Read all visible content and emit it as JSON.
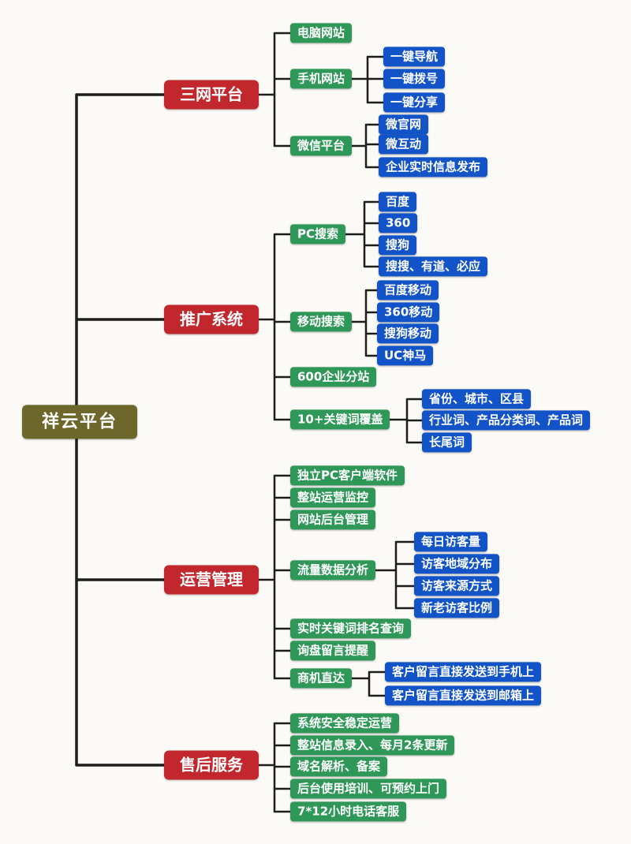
{
  "root": {
    "label": "祥云平台"
  },
  "branches": [
    {
      "label": "三网平台",
      "children": [
        {
          "label": "电脑网站"
        },
        {
          "label": "手机网站",
          "children": [
            {
              "label": "一键导航"
            },
            {
              "label": "一键拨号"
            },
            {
              "label": "一键分享"
            }
          ]
        },
        {
          "label": "微信平台",
          "children": [
            {
              "label": "微官网"
            },
            {
              "label": "微互动"
            },
            {
              "label": "企业实时信息发布"
            }
          ]
        }
      ]
    },
    {
      "label": "推广系统",
      "children": [
        {
          "label": "PC搜索",
          "children": [
            {
              "label": "百度"
            },
            {
              "label": "360"
            },
            {
              "label": "搜狗"
            },
            {
              "label": "搜搜、有道、必应"
            }
          ]
        },
        {
          "label": "移动搜索",
          "children": [
            {
              "label": "百度移动"
            },
            {
              "label": "360移动"
            },
            {
              "label": "搜狗移动"
            },
            {
              "label": "UC神马"
            }
          ]
        },
        {
          "label": "600企业分站"
        },
        {
          "label": "10+关键词覆盖",
          "children": [
            {
              "label": "省份、城市、区县"
            },
            {
              "label": "行业词、产品分类词、产品词"
            },
            {
              "label": "长尾词"
            }
          ]
        }
      ]
    },
    {
      "label": "运营管理",
      "children": [
        {
          "label": "独立PC客户端软件"
        },
        {
          "label": "整站运营监控"
        },
        {
          "label": "网站后台管理"
        },
        {
          "label": "流量数据分析",
          "children": [
            {
              "label": "每日访客量"
            },
            {
              "label": "访客地域分布"
            },
            {
              "label": "访客来源方式"
            },
            {
              "label": "新老访客比例"
            }
          ]
        },
        {
          "label": "实时关键词排名查询"
        },
        {
          "label": "询盘留言提醒"
        },
        {
          "label": "商机直达",
          "children": [
            {
              "label": "客户留言直接发送到手机上"
            },
            {
              "label": "客户留言直接发送到邮箱上"
            }
          ]
        }
      ]
    },
    {
      "label": "售后服务",
      "children": [
        {
          "label": "系统安全稳定运营"
        },
        {
          "label": "整站信息录入、每月2条更新"
        },
        {
          "label": "域名解析、备案"
        },
        {
          "label": "后台使用培训、可预约上门"
        },
        {
          "label": "7*12小时电话客服"
        }
      ]
    }
  ],
  "colors": {
    "root": "#6e672c",
    "branch": "#c1272d",
    "level2": "#2f9858",
    "level3": "#1254c8",
    "line": "#1f1d1b",
    "background": "#fbfaf6"
  }
}
